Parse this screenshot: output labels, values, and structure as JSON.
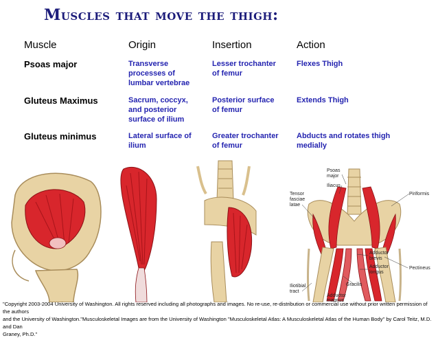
{
  "slide": {
    "title": "Muscles that move the thigh:"
  },
  "table": {
    "headers": [
      "Muscle",
      "Origin",
      "Insertion",
      "Action"
    ],
    "rows": [
      {
        "muscle": "Psoas major",
        "origin": [
          "Transverse",
          "processes of",
          "lumbar vertebrae"
        ],
        "insertion": [
          "Lesser trochanter",
          "of femur"
        ],
        "action": [
          "Flexes Thigh"
        ]
      },
      {
        "muscle": "Gluteus Maximus",
        "origin": [
          "Sacrum, coccyx,",
          "and posterior",
          "surface of ilium"
        ],
        "insertion": [
          "Posterior surface",
          "of femur"
        ],
        "action": [
          "Extends Thigh"
        ]
      },
      {
        "muscle": "Gluteus minimus",
        "origin": [
          "Lateral surface of",
          "ilium"
        ],
        "insertion": [
          "Greater trochanter",
          "of femur"
        ],
        "action": [
          "Abducts and rotates thigh",
          "medially"
        ]
      }
    ]
  },
  "diagram_labels": {
    "psoas_major": [
      "Psoas",
      "major"
    ],
    "iliacus": "Iliacus",
    "piriformis": "Piriformis",
    "tensor_fasciae_latae": [
      "Tensor",
      "fasciae",
      "latae"
    ],
    "adductor_brevis": [
      "Adductor",
      "brevis"
    ],
    "adductor_longus": [
      "Adductor",
      "longus"
    ],
    "pectineus": "Pectineus",
    "gracilis": "Gracilis",
    "iliotibial_tract": [
      "Iliotibial",
      "tract"
    ],
    "adductor_magnus": [
      "Adductor",
      "magnus"
    ]
  },
  "footer": {
    "copyright_lines": [
      "\"Copyright 2003-2004 University of Washington. All rights reserved including all photographs and images. No re-use, re-distribution or commercial use without prior written permission of the authors",
      "and the University of Washington.\"Musculoskeletal Images are from the University of Washington \"Musculoskeletal Atlas: A Musculoskeletal Atlas of the Human Body\" by Carol Teitz, M.D. and Dan",
      "Graney, Ph.D.\""
    ]
  },
  "colors": {
    "title": "#1c1c7a",
    "cell_text": "#2424b0",
    "muscle": "#d8262c",
    "bone": "#e8d3a4"
  }
}
